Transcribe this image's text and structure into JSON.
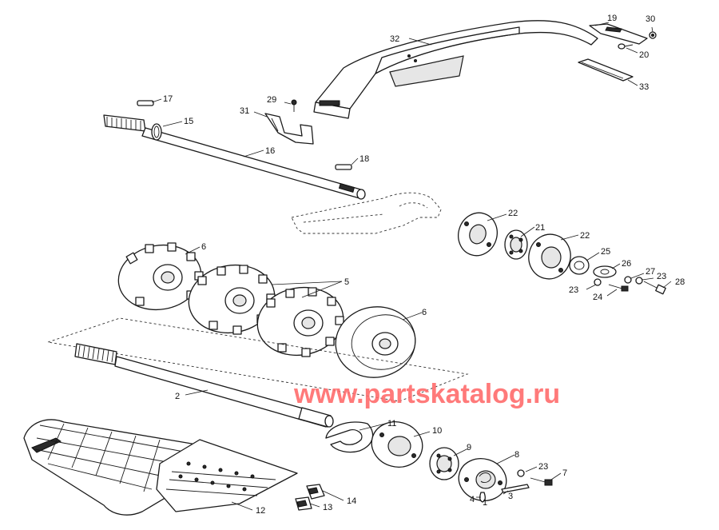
{
  "watermark": "www.partskatalog.ru",
  "callouts": {
    "c1": "1",
    "c2": "2",
    "c3": "3",
    "c4": "4",
    "c5": "5",
    "c6a": "6",
    "c6b": "6",
    "c7": "7",
    "c8": "8",
    "c9": "9",
    "c10": "10",
    "c11": "11",
    "c12": "12",
    "c13": "13",
    "c14": "14",
    "c15": "15",
    "c16": "16",
    "c17": "17",
    "c18": "18",
    "c19": "19",
    "c20": "20",
    "c21": "21",
    "c22a": "22",
    "c22b": "22",
    "c23a": "23",
    "c23b": "23",
    "c23c": "23",
    "c24": "24",
    "c25": "25",
    "c26": "26",
    "c27": "27",
    "c28": "28",
    "c29": "29",
    "c30": "30",
    "c31": "31",
    "c32": "32",
    "c33": "33"
  }
}
